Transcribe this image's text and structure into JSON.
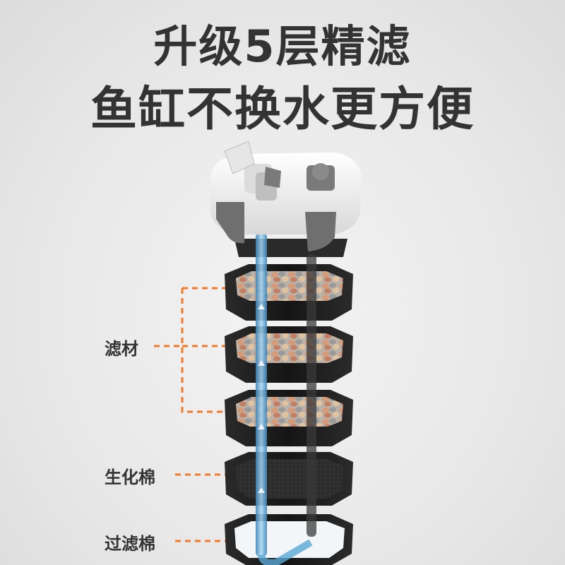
{
  "headline": {
    "line1": "升级5层精滤",
    "line2": "鱼缸不换水更方便"
  },
  "callouts": {
    "filter_media": "滤材",
    "bio_sponge": "生化棉",
    "filter_sponge": "过滤棉"
  },
  "colors": {
    "accent_line": "#f07a2a",
    "headline_text": "#333333",
    "tray": "#1f1f1f",
    "water_tube": "#5aa9d6"
  }
}
